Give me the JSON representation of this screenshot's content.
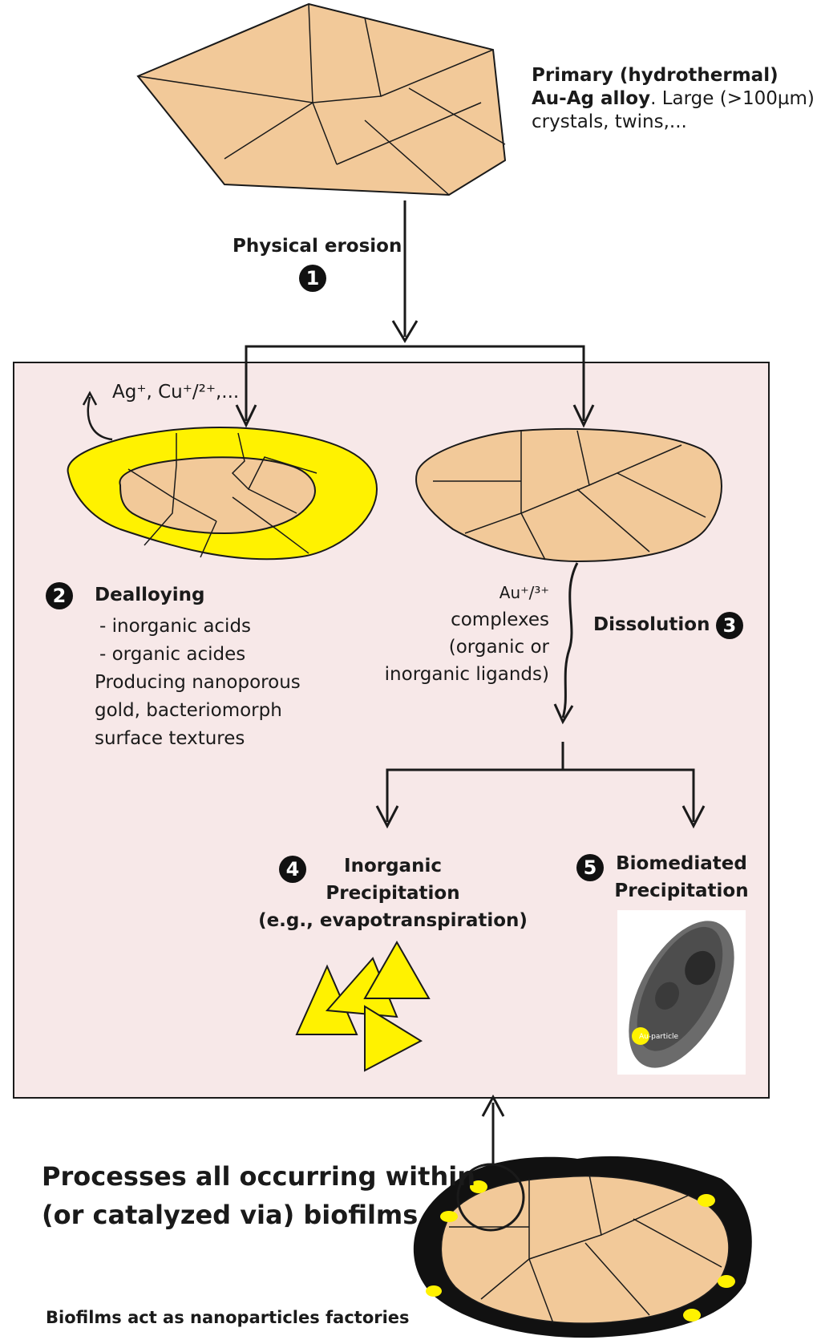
{
  "primary": {
    "line1": "Primary (hydrothermal)",
    "line2_bold": "Au-Ag alloy",
    "line2_rest": ". Large (>100µm)",
    "line3": "crystals, twins,..."
  },
  "steps": {
    "erosion": {
      "number": "1",
      "label": "Physical erosion"
    },
    "dealloying": {
      "number": "2",
      "title": "Dealloying",
      "leached_ions": "Ag⁺, Cu⁺/²⁺,...",
      "lines": [
        "- inorganic acids",
        "- organic acides",
        "Producing nanoporous",
        "gold, bacteriomorph",
        "surface textures"
      ]
    },
    "dissolution": {
      "number": "3",
      "title": "Dissolution",
      "complex_lines": [
        "Au⁺/³⁺",
        "complexes",
        "(organic or",
        "inorganic ligands)"
      ]
    },
    "inorganic": {
      "number": "4",
      "lines": [
        "Inorganic",
        "Precipitation",
        "(e.g., evapotranspiration)"
      ]
    },
    "biomediated": {
      "number": "5",
      "lines": [
        "Biomediated",
        "Precipitation"
      ],
      "particle_label": "Au-particle"
    }
  },
  "biofilm": {
    "heading_lines": [
      "Processes all occurring within",
      "(or catalyzed via) biofilms"
    ],
    "caption": "Biofilms act as nanoparticles factories"
  },
  "colors": {
    "crystal": "#f2c999",
    "gold": "#fff200",
    "box_bg": "#f7e8e8",
    "biofilm": "#111111"
  }
}
